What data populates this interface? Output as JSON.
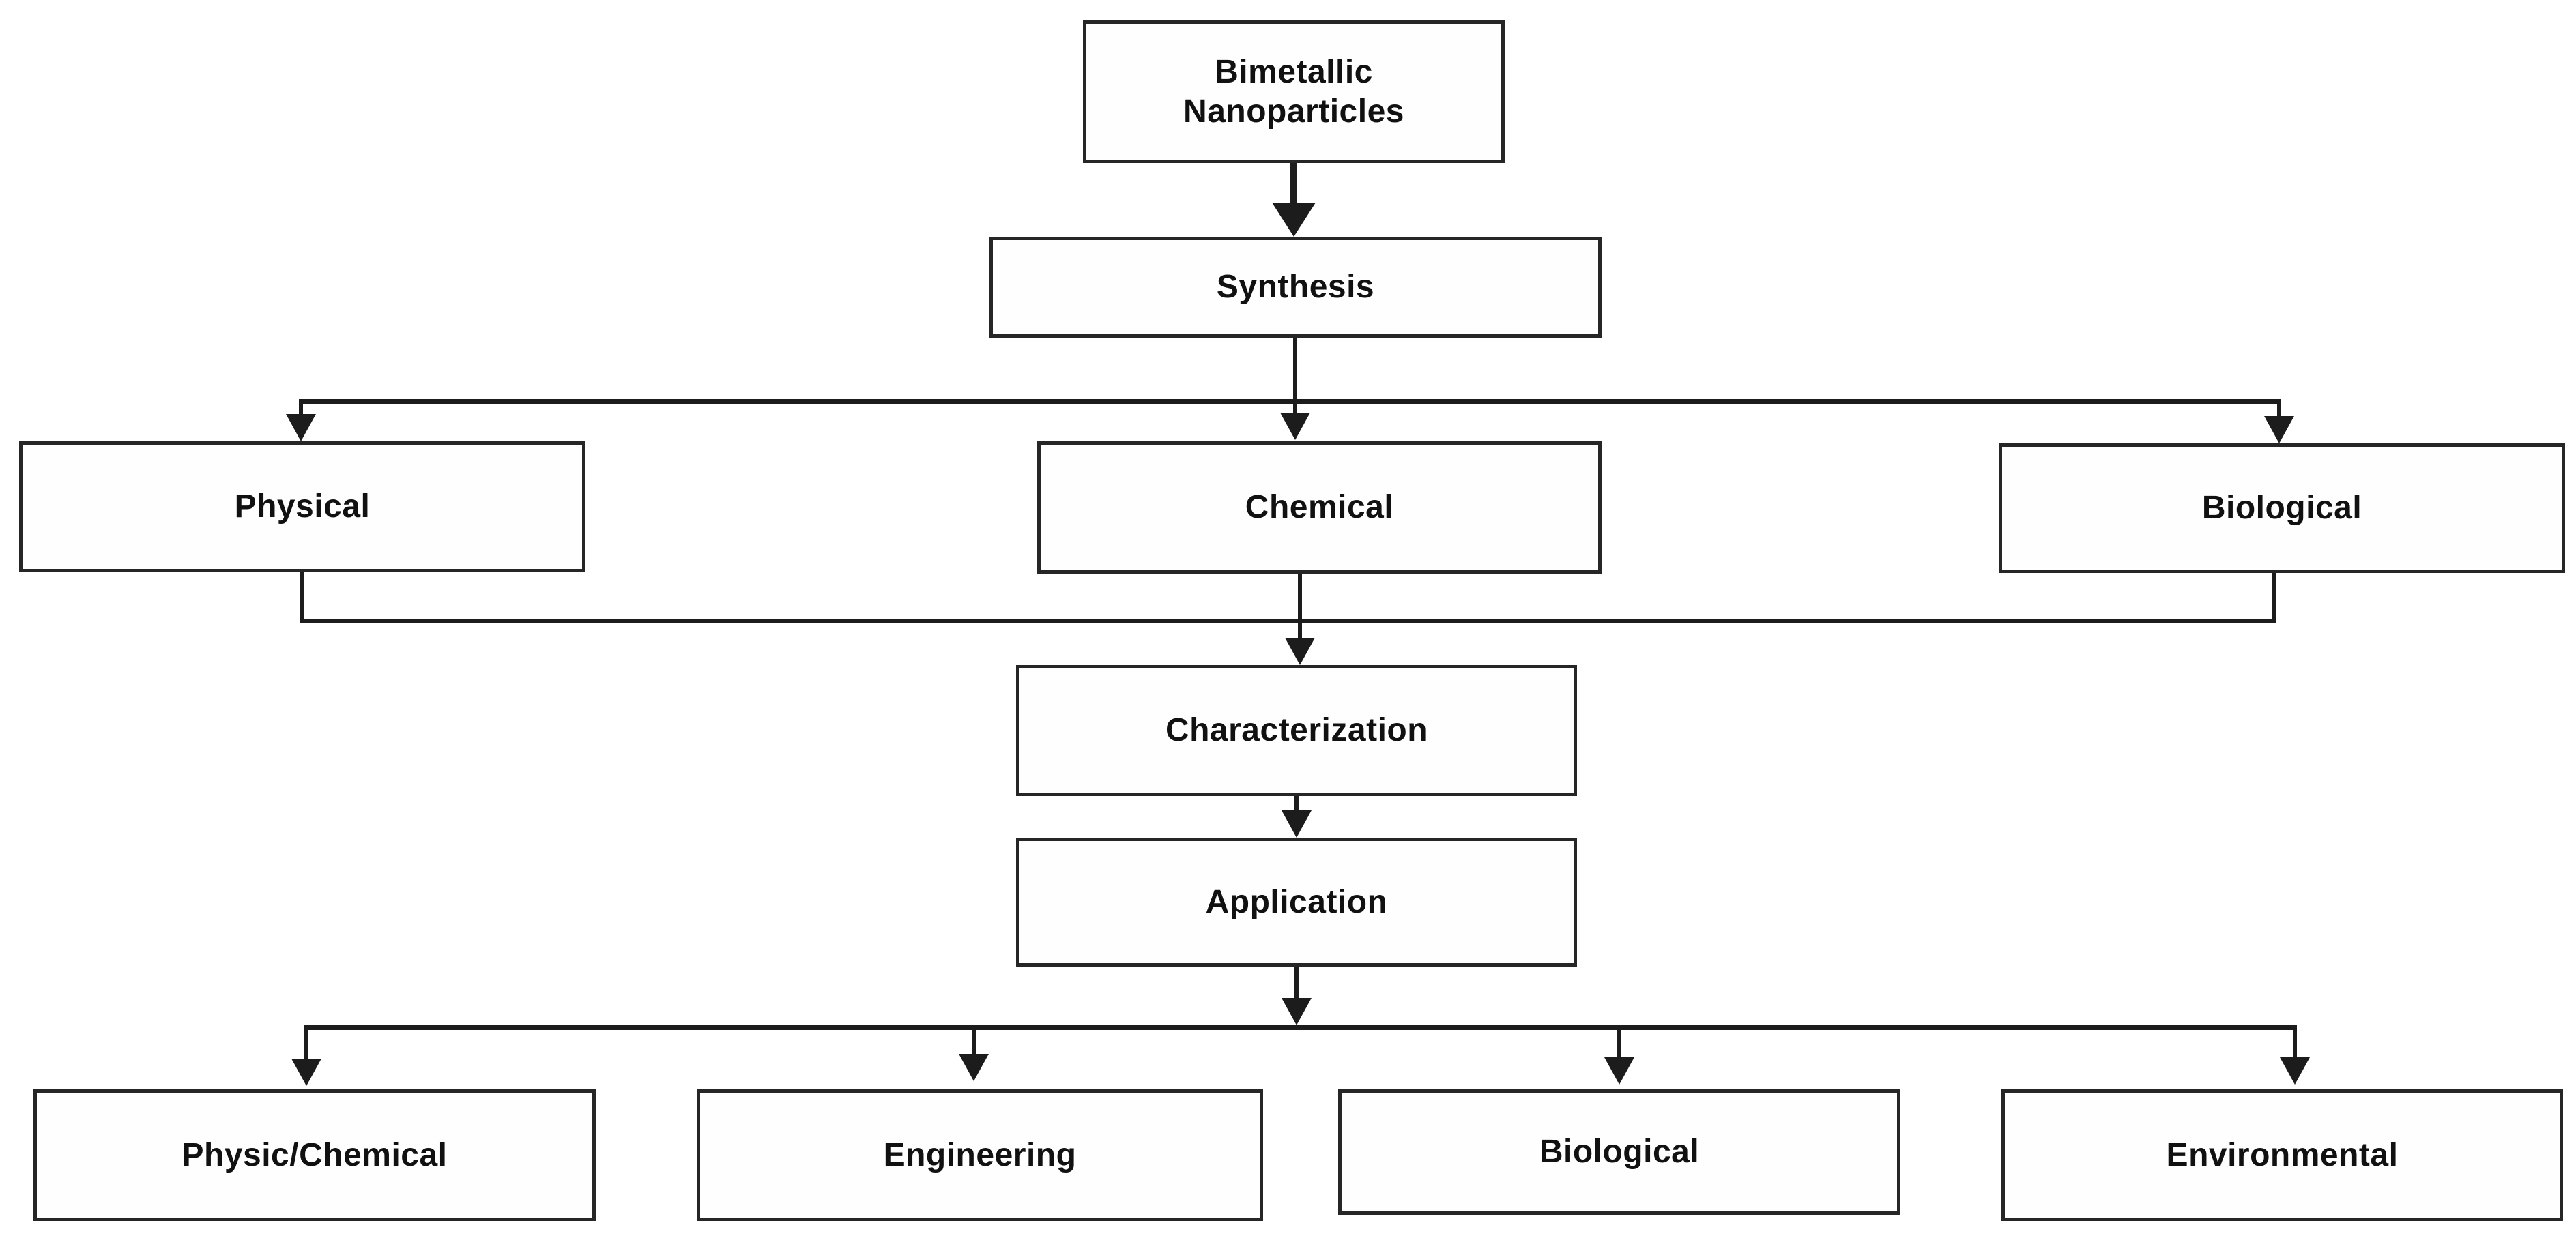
{
  "diagram": {
    "type": "flowchart",
    "title": "Bimetallic Nanoparticles flowchart",
    "colors": {
      "bg": "#ffffff",
      "line": "#1c1c1c",
      "box-border": "#262626",
      "text": "#111111"
    },
    "nodes": {
      "root": {
        "label": "Bimetallic Nanoparticles"
      },
      "synthesis": {
        "label": "Synthesis"
      },
      "physical": {
        "label": "Physical"
      },
      "chemical": {
        "label": "Chemical"
      },
      "biological_synthesis": {
        "label": "Biological"
      },
      "characterization": {
        "label": "Characterization"
      },
      "application": {
        "label": "Application"
      },
      "physic_chemical": {
        "label": "Physic/Chemical"
      },
      "engineering": {
        "label": "Engineering"
      },
      "biological_application": {
        "label": "Biological"
      },
      "environmental": {
        "label": "Environmental"
      }
    },
    "edges": [
      {
        "from": "Bimetallic Nanoparticles",
        "to": "Synthesis"
      },
      {
        "from": "Synthesis",
        "to": "Physical"
      },
      {
        "from": "Synthesis",
        "to": "Chemical"
      },
      {
        "from": "Synthesis",
        "to": "Biological"
      },
      {
        "from": "Physical",
        "to": "Characterization"
      },
      {
        "from": "Chemical",
        "to": "Characterization"
      },
      {
        "from": "Biological",
        "to": "Characterization"
      },
      {
        "from": "Characterization",
        "to": "Application"
      },
      {
        "from": "Application",
        "to": "Physic/Chemical"
      },
      {
        "from": "Application",
        "to": "Engineering"
      },
      {
        "from": "Application",
        "to": "Biological"
      },
      {
        "from": "Application",
        "to": "Environmental"
      }
    ]
  }
}
